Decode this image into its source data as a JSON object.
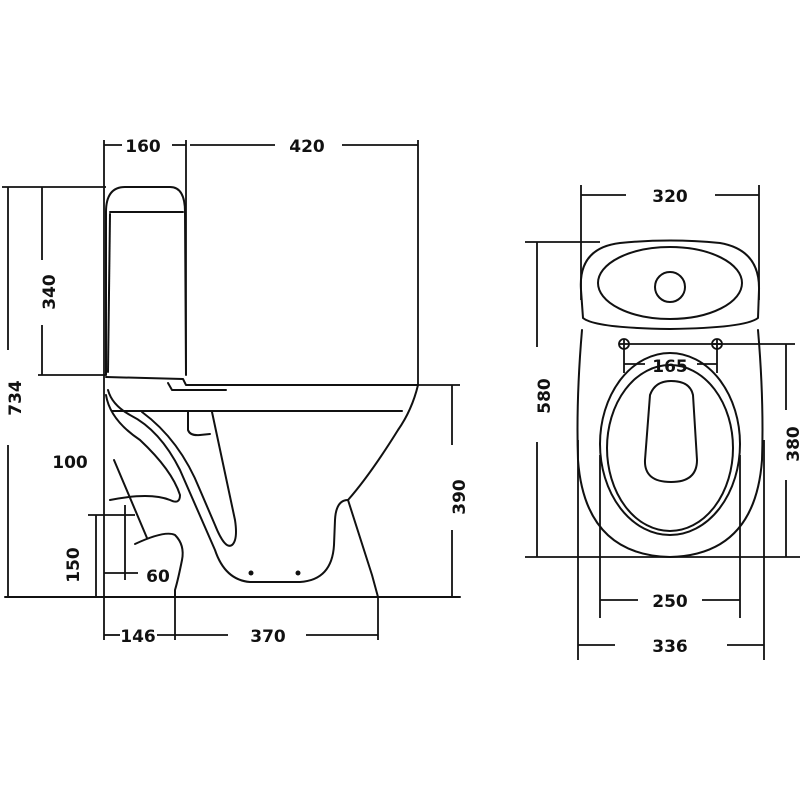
{
  "side_view": {
    "dim_tank_depth": "160",
    "dim_overall_length": "420",
    "dim_tank_height": "340",
    "dim_total_height": "734",
    "dim_outlet_angle_label": "100",
    "dim_outlet_height": "150",
    "dim_outlet_diameter": "60",
    "dim_seat_height": "390",
    "dim_wall_to_foot": "146",
    "dim_foot_length": "370"
  },
  "top_view": {
    "dim_tank_width": "320",
    "dim_overall_depth": "580",
    "dim_hinge_spacing": "165",
    "dim_seat_length": "380",
    "dim_seat_width": "250",
    "dim_bowl_width": "336"
  },
  "colors": {
    "line": "#111111",
    "background": "#ffffff"
  }
}
